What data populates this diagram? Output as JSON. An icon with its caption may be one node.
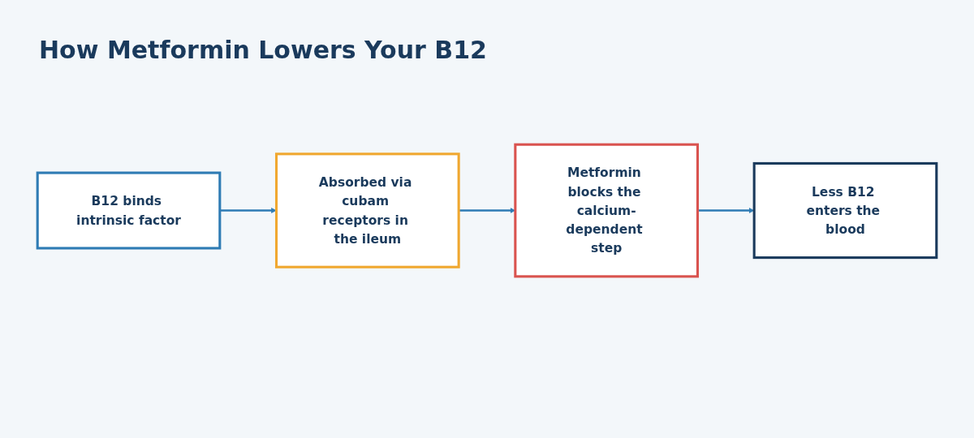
{
  "diagram": {
    "title": "How Metformin Lowers Your B12",
    "nodes": [
      {
        "text": [
          "B12 binds intrinsic factor"
        ]
      },
      {
        "text": [
          "Absorbed via cubam receptors in the ileum"
        ]
      },
      {
        "text": [
          "Metformin blocks the calcium-dependent step"
        ]
      },
      {
        "text": [
          "Less B12 enters the blood"
        ]
      }
    ],
    "edges": [
      {
        "from": 0,
        "to": 1,
        "arrow": "to"
      },
      {
        "from": 1,
        "to": 2,
        "arrow": "to"
      },
      {
        "from": 2,
        "to": 3,
        "arrow": "to"
      }
    ]
  }
}
